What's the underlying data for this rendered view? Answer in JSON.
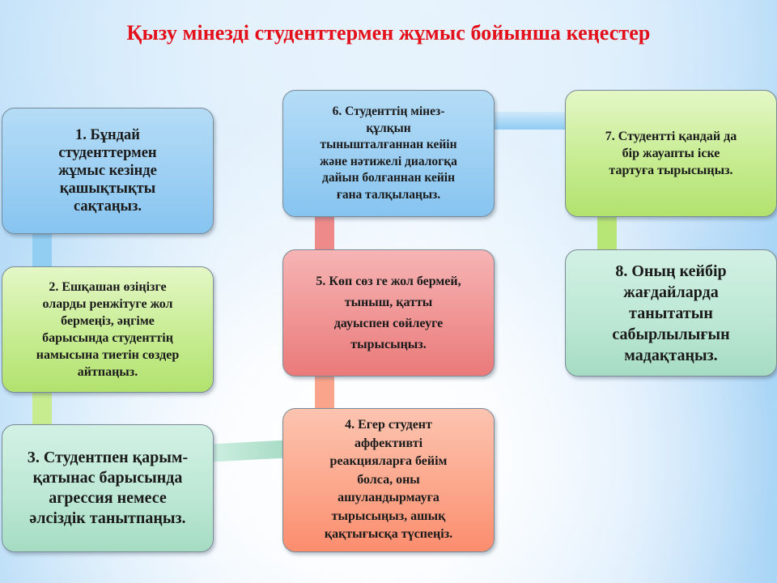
{
  "title": "Қызу мінезді студенттермен жұмыс бойынша кеңестер",
  "colors": {
    "title": "#e3101a",
    "blue_box": "#9ccff3",
    "light_green_box": "#c7ec92",
    "mint_box": "#bde8d5",
    "pink_box": "#f09494",
    "salmon_box": "#fca78c"
  },
  "boxes": [
    {
      "id": 1,
      "color": "blue",
      "text": "1. Бұндай студенттермен жұмыс кезінде қашықтықты сақтаңыз."
    },
    {
      "id": 2,
      "color": "light-green",
      "text": "2. Ешқашан өзіңізге оларды ренжітуге жол бермеңіз, әңгіме барысында студенттің намысына тиетін сөздер айтпаңыз."
    },
    {
      "id": 3,
      "color": "mint",
      "text": "3. Студентпен қарым-қатынас барысында агрессия немесе әлсіздік танытпаңыз."
    },
    {
      "id": 4,
      "color": "salmon",
      "text": "4. Егер студент аффективті реакцияларға бейім болса, оны ашуландырмауға тырысыңыз, ашық қақтығысқа түспеңіз."
    },
    {
      "id": 5,
      "color": "pink",
      "text": "5. Көп сөз ге жол бермей, тыныш, қатты дауыспен сөйлеуге тырысыңыз."
    },
    {
      "id": 6,
      "color": "blue",
      "text": "6. Студенттің мінез-құлқын тыныштанғаннан кейін және нәтижелі диалогқа дайын болғаннан кейін ғана талқылаңыз."
    },
    {
      "id": 7,
      "color": "light-green",
      "text": "7. Студентті қандай да бір жауапты іске тартуға тырысыңыз."
    },
    {
      "id": 8,
      "color": "mint",
      "text": "8. Оның кейбір жағдайларда танытатын сабырлылығын мадақтаңыз."
    }
  ],
  "lines": {
    "b1": [
      "1. Бұндай",
      "студенттермен",
      "жұмыс кезінде",
      "қашықтықты",
      "сақтаңыз."
    ],
    "b2": [
      "2. Ешқашан  өзіңізге",
      "оларды ренжітуге  жол",
      "бермеңіз, әңгіме",
      "барысында студенттің",
      "намысына тиетін  сөздер",
      "айтпаңыз."
    ],
    "b3": [
      "3. Студентпен қарым-",
      "қатынас барысында",
      "агрессия немесе",
      "әлсіздік танытпаңыз."
    ],
    "b4": [
      "4. Егер студент",
      "аффективті",
      "реакцияларға бейім",
      "болса, оны",
      "ашуландырмауға",
      "тырысыңыз,  ашық",
      "қақтығысқа түспеңіз."
    ],
    "b5": [
      "5. Көп сөз ге жол бермей,",
      "тыныш,  қатты",
      "дауыспен сөйлеуге",
      "тырысыңыз."
    ],
    "b6": [
      "6. Студенттің  мінез-",
      "құлқын",
      "тынышталғаннан  кейін",
      "және нәтижелі диалогқа",
      "дайын болғаннан кейін",
      "ғана талқылаңыз."
    ],
    "b7": [
      "7. Студентті  қандай да",
      "бір жауапты іске",
      "тартуға  тырысыңыз."
    ],
    "b8": [
      "8. Оның кейбір",
      "жағдайларда",
      "танытатын",
      "сабырлылығын",
      "мадақтаңыз."
    ]
  }
}
